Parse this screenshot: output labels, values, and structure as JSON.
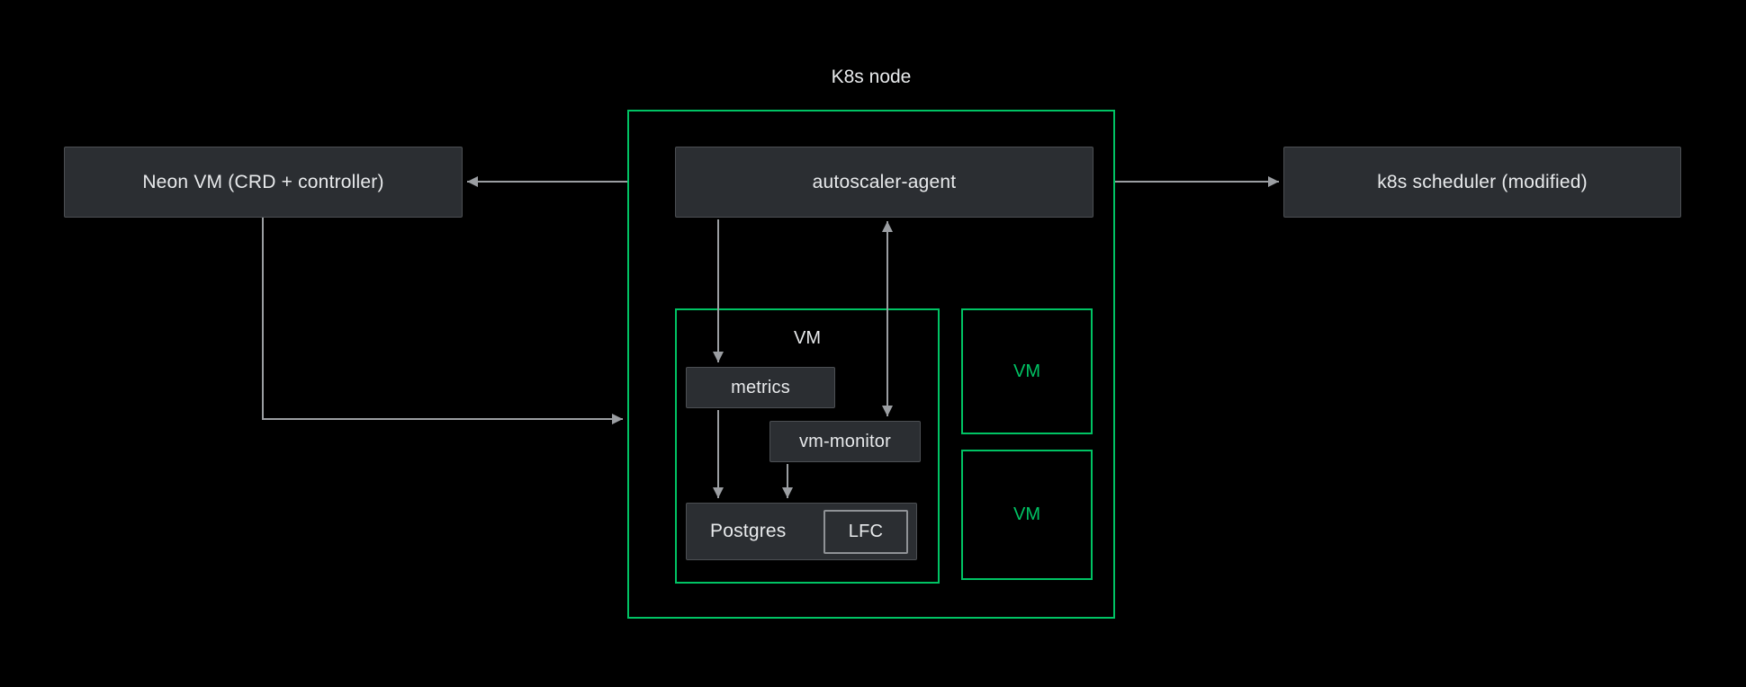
{
  "diagram": {
    "title": "K8s node",
    "nodes": {
      "neon_vm": {
        "label": "Neon VM (CRD + controller)"
      },
      "scheduler": {
        "label": "k8s scheduler (modified)"
      },
      "autoscaler": {
        "label": "autoscaler-agent"
      },
      "vm_main": {
        "label": "VM"
      },
      "metrics": {
        "label": "metrics"
      },
      "vm_monitor": {
        "label": "vm-monitor"
      },
      "postgres": {
        "label": "Postgres"
      },
      "lfc": {
        "label": "LFC"
      },
      "vm_top": {
        "label": "VM"
      },
      "vm_bottom": {
        "label": "VM"
      }
    },
    "edges": [
      {
        "from": "autoscaler-agent",
        "to": "Neon VM (CRD + controller)",
        "direction": "left"
      },
      {
        "from": "autoscaler-agent",
        "to": "k8s scheduler (modified)",
        "direction": "right"
      },
      {
        "from": "Neon VM (CRD + controller)",
        "to": "K8s node",
        "direction": "elbow-right"
      },
      {
        "from": "autoscaler-agent",
        "to": "metrics",
        "direction": "down"
      },
      {
        "from": "autoscaler-agent",
        "to": "vm-monitor",
        "direction": "bidirectional"
      },
      {
        "from": "metrics",
        "to": "Postgres",
        "direction": "down"
      },
      {
        "from": "vm-monitor",
        "to": "Postgres",
        "direction": "down"
      }
    ],
    "colors": {
      "background": "#000000",
      "box_fill": "#2b2e32",
      "box_border": "#4c4f53",
      "lfc_border": "#8f9296",
      "accent_green": "#00c364",
      "arrow": "#9b9ea2",
      "text": "#e8eaec"
    }
  }
}
